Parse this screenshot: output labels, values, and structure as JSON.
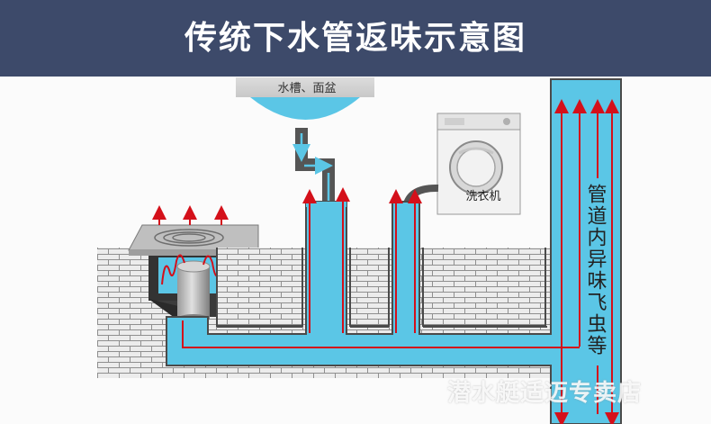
{
  "title": "传统下水管返味示意图",
  "labels": {
    "sink": "水槽、面盆",
    "washer": "洗衣机",
    "pipe_note": "管道内异味飞虫等"
  },
  "watermark": "潜水艇适迈专卖店",
  "colors": {
    "header": "#3d4a6a",
    "water": "#5bc6e6",
    "pipe_dark": "#555555",
    "arrow": "#d4101a"
  }
}
